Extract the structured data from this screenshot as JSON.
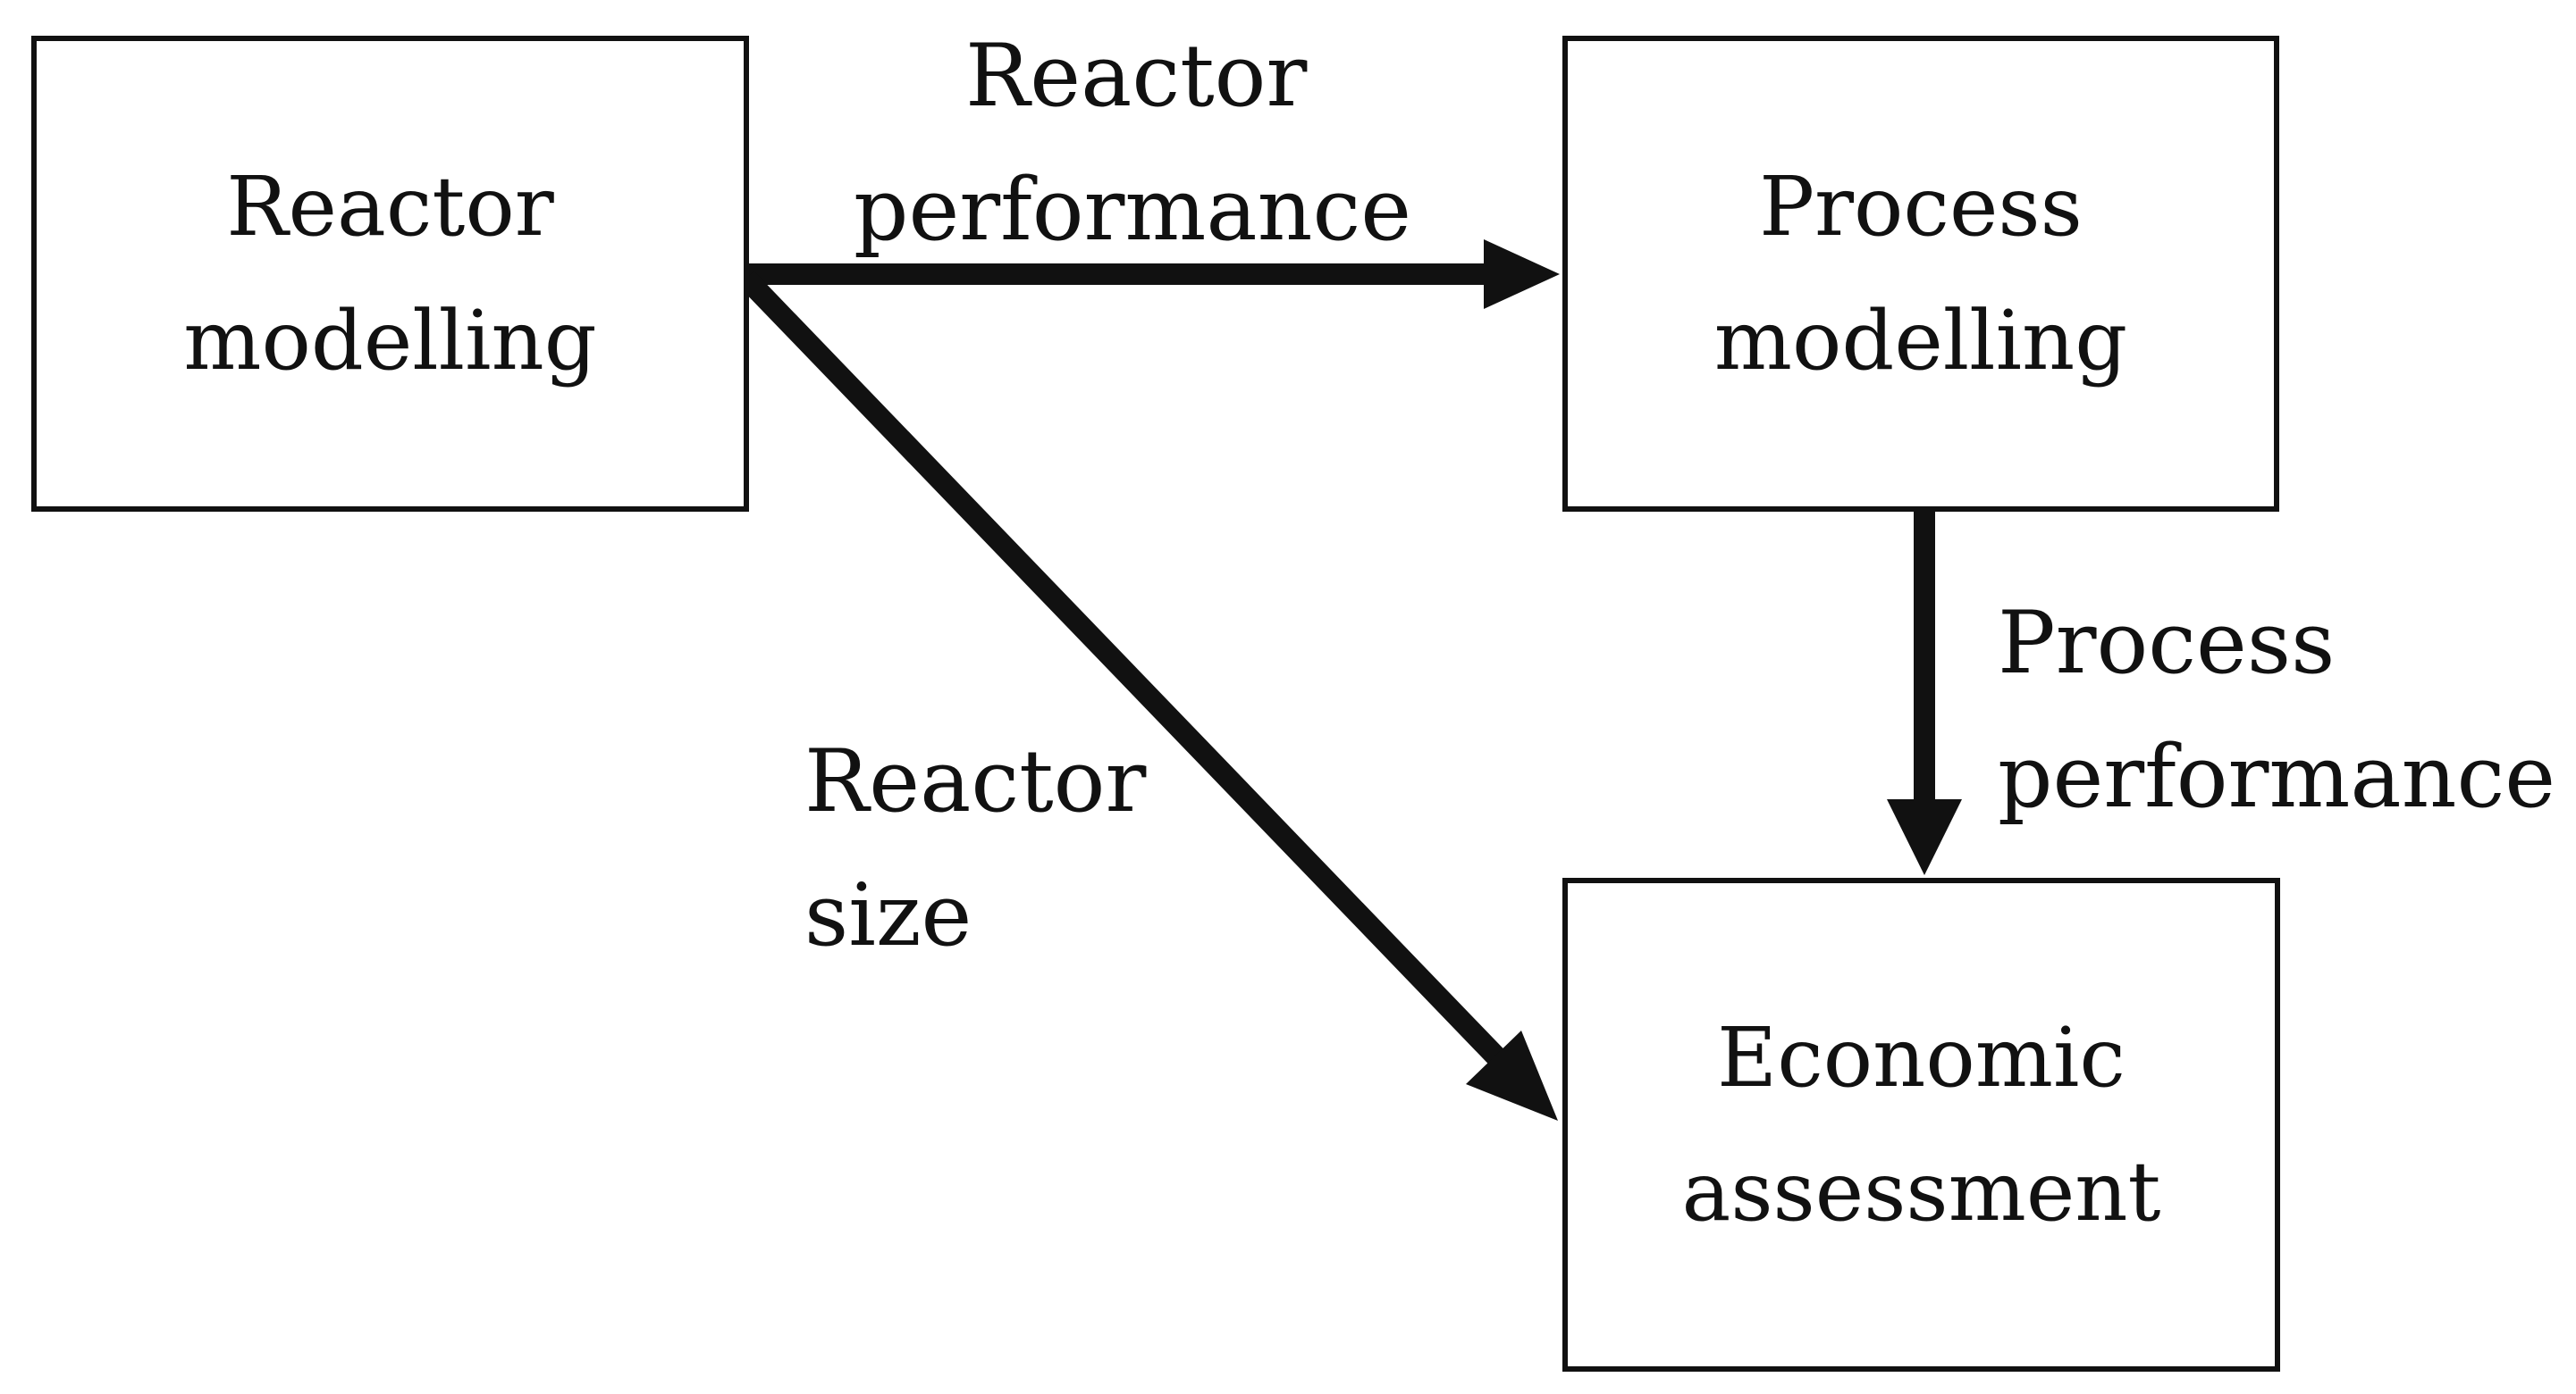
{
  "nodes": {
    "reactor_modelling": {
      "line1": "Reactor",
      "line2": "modelling"
    },
    "process_modelling": {
      "line1": "Process",
      "line2": "modelling"
    },
    "economic_assessment": {
      "line1": "Economic",
      "line2": "assessment"
    }
  },
  "edges": {
    "reactor_performance": {
      "line1": "Reactor",
      "line2": "performance"
    },
    "process_performance": {
      "line1": "Process",
      "line2": "performance"
    },
    "reactor_size": {
      "line1": "Reactor",
      "line2": "size"
    }
  },
  "colors": {
    "stroke": "#111111",
    "background": "#ffffff"
  }
}
